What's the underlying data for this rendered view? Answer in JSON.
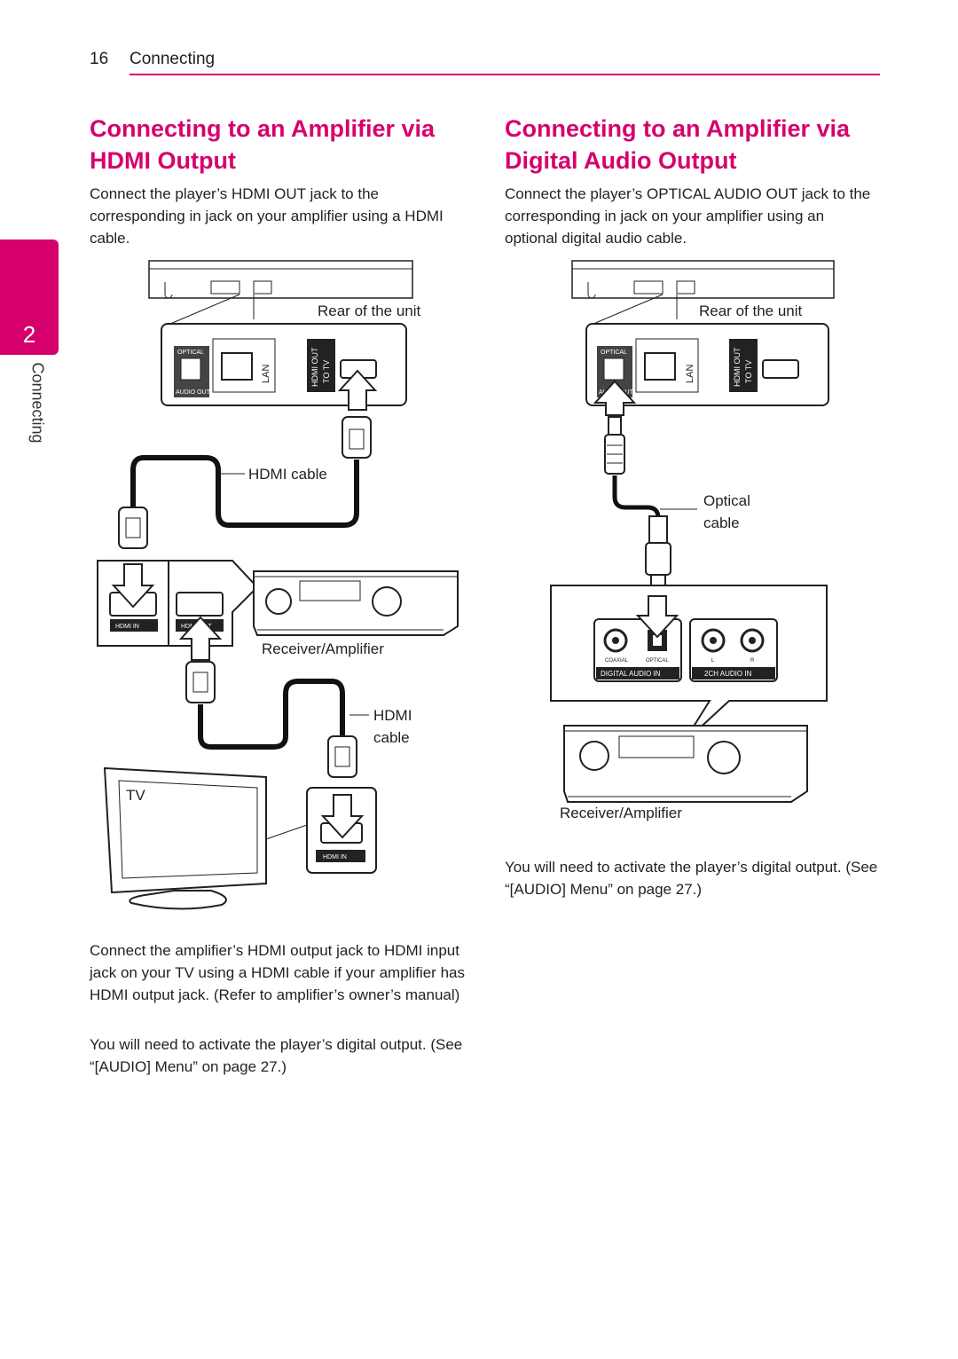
{
  "header": {
    "page_number": "16",
    "section": "Connecting"
  },
  "side_tab": {
    "number": "2",
    "label": "Connecting"
  },
  "left": {
    "title": "Connecting to an Amplifier via HDMI Output",
    "intro": "Connect the player’s HDMI OUT jack to the corresponding in jack on your amplifier using a HDMI cable.",
    "labels": {
      "rear": "Rear of the unit",
      "hdmi_cable": "HDMI cable",
      "receiver": "Receiver/Amplifier",
      "hdmi_cable2_l1": "HDMI",
      "hdmi_cable2_l2": "cable",
      "tv": "TV"
    },
    "jacks": {
      "optical": "OPTICAL",
      "audio_out": "AUDIO OUT",
      "lan": "LAN",
      "hdmi_out": "HDMI OUT",
      "to_tv": "TO TV",
      "hdmi_in": "HDMI IN",
      "hdmi_out_amp": "HDMI OUT",
      "tv_hdmi_in": "HDMI IN"
    },
    "note1": "Connect the amplifier’s HDMI output jack to HDMI input jack on your TV using a HDMI cable if your amplifier has HDMI output jack. (Refer to amplifier’s owner’s manual)",
    "note2": "You will need to activate the player’s digital output. (See “[AUDIO] Menu” on page 27.)"
  },
  "right": {
    "title": "Connecting to an Amplifier via Digital Audio Output",
    "intro": "Connect the player’s OPTICAL AUDIO OUT jack to the corresponding in jack on your amplifier using an optional digital audio cable.",
    "labels": {
      "rear": "Rear of the unit",
      "optical_l1": "Optical",
      "optical_l2": "cable",
      "receiver": "Receiver/Amplifier"
    },
    "jacks": {
      "optical": "OPTICAL",
      "audio_out": "AUDIO OUT",
      "lan": "LAN",
      "hdmi_out": "HDMI OUT",
      "to_tv": "TO TV",
      "coaxial": "COAXIAL",
      "optical_in": "OPTICAL",
      "l": "L",
      "r": "R",
      "digital_audio_in": "DIGITAL AUDIO IN",
      "ch2_audio_in": "2CH AUDIO IN"
    },
    "note": "You will need to activate the player’s digital output. (See “[AUDIO] Menu” on page 27.)"
  },
  "colors": {
    "accent": "#d6006c",
    "text": "#231f20"
  }
}
